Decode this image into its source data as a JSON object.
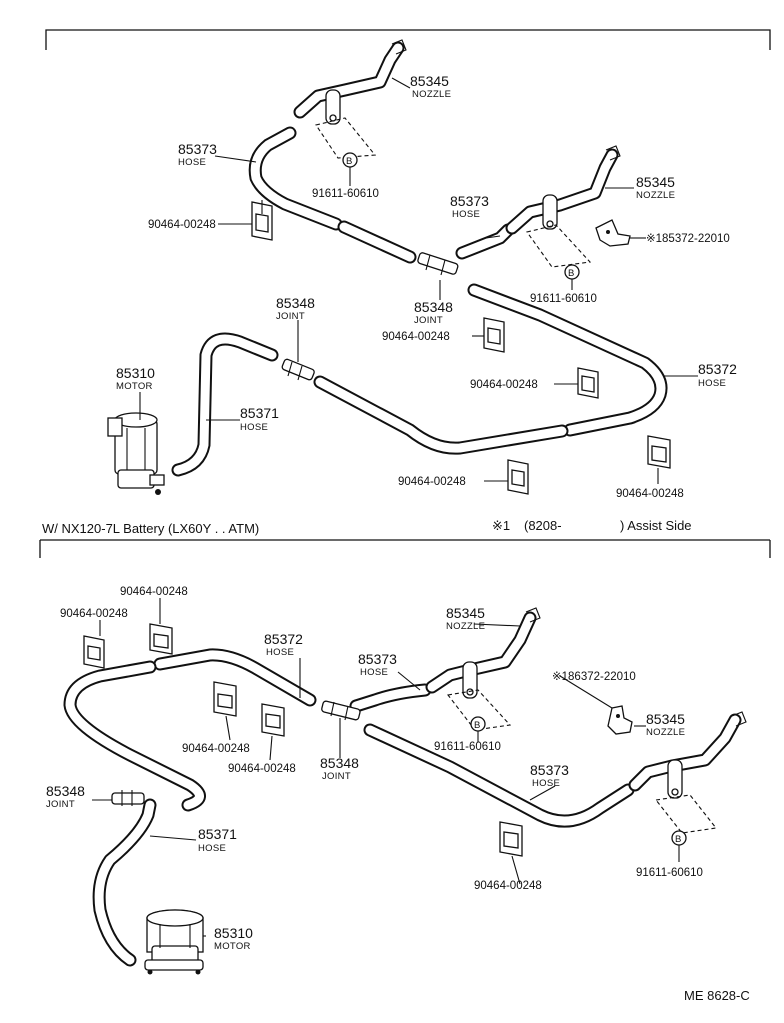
{
  "top": {
    "nozzle_left": {
      "num": "85345",
      "sub": "NOZZLE"
    },
    "nozzle_right": {
      "num": "85345",
      "sub": "NOZZLE"
    },
    "hose_left": {
      "num": "85373",
      "sub": "HOSE"
    },
    "hose_mid": {
      "num": "85373",
      "sub": "HOSE"
    },
    "hose_right": {
      "num": "85372",
      "sub": "HOSE"
    },
    "hose_motor": {
      "num": "85371",
      "sub": "HOSE"
    },
    "joint_center": {
      "num": "85348",
      "sub": "JOINT"
    },
    "joint_left": {
      "num": "85348",
      "sub": "JOINT"
    },
    "motor": {
      "num": "85310",
      "sub": "MOTOR"
    },
    "bolt_left": "91611-60610",
    "bolt_right": "91611-60610",
    "marked_part": "※185372-22010",
    "bolt_symbol": "B",
    "clamp_a": "90464-00248",
    "clamp_b": "90464-00248",
    "clamp_c": "90464-00248",
    "clamp_d": "90464-00248",
    "clamp_e": "90464-00248"
  },
  "divider": {
    "left_caption": "W/ NX120-7L Battery (LX60Y . . ATM)",
    "right_caption_mark": "※1",
    "right_caption_date": "(8208-",
    "right_caption_side": ") Assist Side"
  },
  "bottom": {
    "clamp_a": "90464-00248",
    "clamp_b": "90464-00248",
    "clamp_c": "90464-00248",
    "clamp_d": "90464-00248",
    "clamp_e": "90464-00248",
    "hose_top": {
      "num": "85372",
      "sub": "HOSE"
    },
    "hose_mid": {
      "num": "85373",
      "sub": "HOSE"
    },
    "hose_right": {
      "num": "85373",
      "sub": "HOSE"
    },
    "hose_motor": {
      "num": "85371",
      "sub": "HOSE"
    },
    "nozzle_left": {
      "num": "85345",
      "sub": "NOZZLE"
    },
    "nozzle_right": {
      "num": "85345",
      "sub": "NOZZLE"
    },
    "joint_center": {
      "num": "85348",
      "sub": "JOINT"
    },
    "joint_left": {
      "num": "85348",
      "sub": "JOINT"
    },
    "motor": {
      "num": "85310",
      "sub": "MOTOR"
    },
    "bolt_left": "91611-60610",
    "bolt_right": "91611-60610",
    "marked_part": "※186372-22010",
    "bolt_symbol": "B"
  },
  "footer": {
    "code": "ME  8628-C"
  }
}
